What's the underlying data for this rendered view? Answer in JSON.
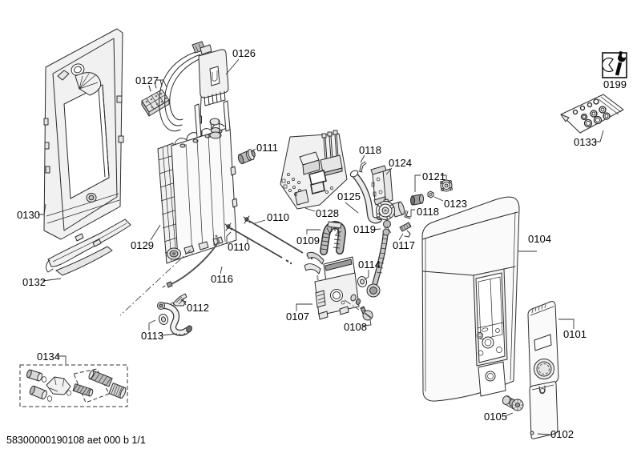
{
  "footer": {
    "reference": "58300000190108 aet 000 b 1/1"
  },
  "colors": {
    "background": "#ffffff",
    "line_art": "#2b2b2b",
    "icon": "#0a0a0a"
  },
  "icons": {
    "service_tool": "wrench-icon"
  },
  "parts": {
    "p0101": {
      "label": "0101"
    },
    "p0102": {
      "label": "0102"
    },
    "p0104": {
      "label": "0104"
    },
    "p0105": {
      "label": "0105"
    },
    "p0107": {
      "label": "0107"
    },
    "p0108": {
      "label": "0108"
    },
    "p0109": {
      "label": "0109"
    },
    "p0110": {
      "label": "0110"
    },
    "p0111": {
      "label": "0111"
    },
    "p0112": {
      "label": "0112"
    },
    "p0113": {
      "label": "0113"
    },
    "p0114": {
      "label": "0114"
    },
    "p0116": {
      "label": "0116"
    },
    "p0117": {
      "label": "0117"
    },
    "p0118": {
      "label": "0118"
    },
    "p0119": {
      "label": "0119"
    },
    "p0121": {
      "label": "0121"
    },
    "p0123": {
      "label": "0123"
    },
    "p0124": {
      "label": "0124"
    },
    "p0125": {
      "label": "0125"
    },
    "p0126": {
      "label": "0126"
    },
    "p0127": {
      "label": "0127"
    },
    "p0128": {
      "label": "0128"
    },
    "p0129": {
      "label": "0129"
    },
    "p0130": {
      "label": "0130"
    },
    "p0132": {
      "label": "0132"
    },
    "p0133": {
      "label": "0133"
    },
    "p0134": {
      "label": "0134"
    },
    "p0199": {
      "label": "0199"
    }
  }
}
